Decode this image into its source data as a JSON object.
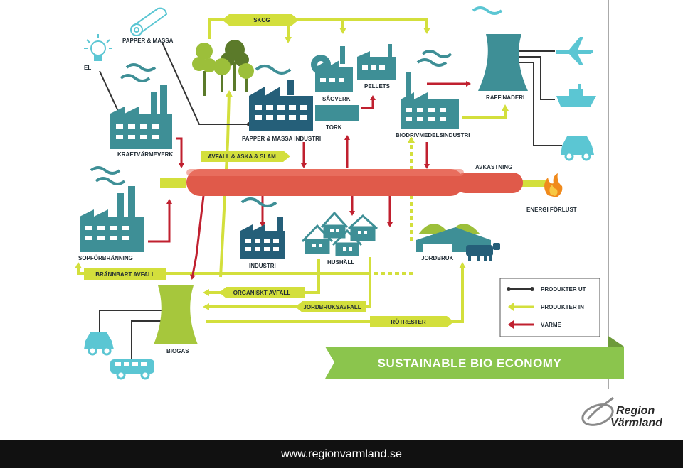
{
  "colors": {
    "teal": "#3e8f96",
    "lightblue": "#5bc6d3",
    "green": "#a6c73c",
    "lime": "#d3df3c",
    "red": "#c0202f",
    "pipe": "#e05a4a",
    "dark": "#333333",
    "banner": "#8bc54d",
    "tree_dark": "#5b7a2a",
    "tree_light": "#9cbf3a"
  },
  "nodes": {
    "el": "EL",
    "papper_massa": "PAPPER & MASSA",
    "kraftvarmeverk": "KRAFTVÄRMEVERK",
    "skog": "SKOG",
    "papper_massa_industri": "PAPPER & MASSA INDUSTRI",
    "sagverk": "SÅGVERK",
    "pellets": "PELLETS",
    "tork": "TORK",
    "biodrivmedelsindustri": "BIODRIVMEDELSINDUSTRI",
    "raffinaderi": "RAFFINADERI",
    "avkastning": "AVKASTNING",
    "energi_forlust": "ENERGI FÖRLUST",
    "sopforbranning": "SOPFÖRBRÄNNING",
    "industri": "INDUSTRI",
    "hushall": "HUSHÅLL",
    "jordbruk": "JORDBRUK",
    "biogas": "BIOGAS"
  },
  "flows": {
    "avfall_aska_slam": "AVFALL & ASKA & SLAM",
    "brannbart_avfall": "BRÄNNBART AVFALL",
    "organiskt_avfall": "ORGANISKT AVFALL",
    "jordbruksavfall": "JORDBRUKSAVFALL",
    "rotrester": "RÖTRESTER"
  },
  "legend": {
    "produkter_ut": "PRODUKTER UT",
    "produkter_in": "PRODUKTER IN",
    "varme": "VÄRME"
  },
  "icons": [
    "lightbulb-icon",
    "paper-roll-icon",
    "airplane-icon",
    "ship-icon",
    "car-icon",
    "bus-icon",
    "flame-icon",
    "cow-icon",
    "house-icon",
    "factory-icon",
    "tree-icon",
    "cooling-tower-icon"
  ],
  "banner": "SUSTAINABLE BIO ECONOMY",
  "logo": {
    "line1": "Region",
    "line2": "Värmland"
  },
  "footer": "www.regionvarmland.se"
}
